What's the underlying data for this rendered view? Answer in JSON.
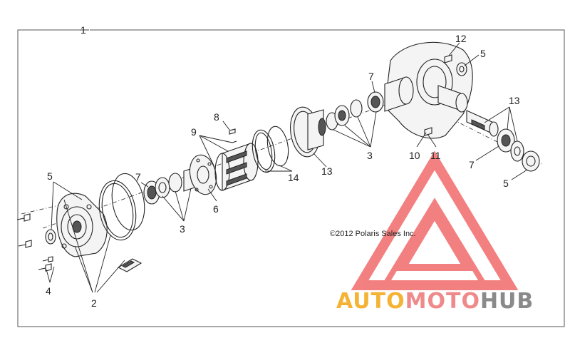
{
  "callouts": {
    "c1": "1",
    "c2": "2",
    "c3a": "3",
    "c3b": "3",
    "c4": "4",
    "c5a": "5",
    "c5b": "5",
    "c5c": "5",
    "c6": "6",
    "c7a": "7",
    "c7b": "7",
    "c7c": "7",
    "c8": "8",
    "c9": "9",
    "c10": "10",
    "c11": "11",
    "c12": "12",
    "c13a": "13",
    "c13b": "13",
    "c14": "14"
  },
  "copyright": "©2012 Polaris Sales Inc.",
  "watermark": {
    "word_a": "AUTO",
    "word_b": "MOTO",
    "word_c": "HUB",
    "color_a": "#f5b335",
    "color_b": "#f08a8a",
    "color_c": "#8a8a8a",
    "logo_color": "#f26b6b"
  }
}
